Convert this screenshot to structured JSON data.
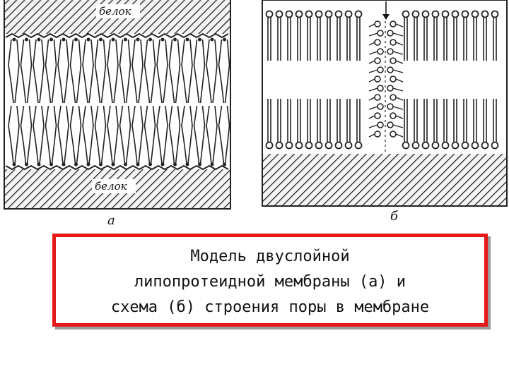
{
  "panel_a": {
    "top_label": "белок",
    "bottom_label": "белок",
    "letter": "а"
  },
  "panel_b": {
    "letter": "б"
  },
  "caption": {
    "line1": "Модель двуслойной",
    "line2": "липопротеидной мембраны (а) и",
    "line3": "схема (б) строения поры в мембране"
  }
}
